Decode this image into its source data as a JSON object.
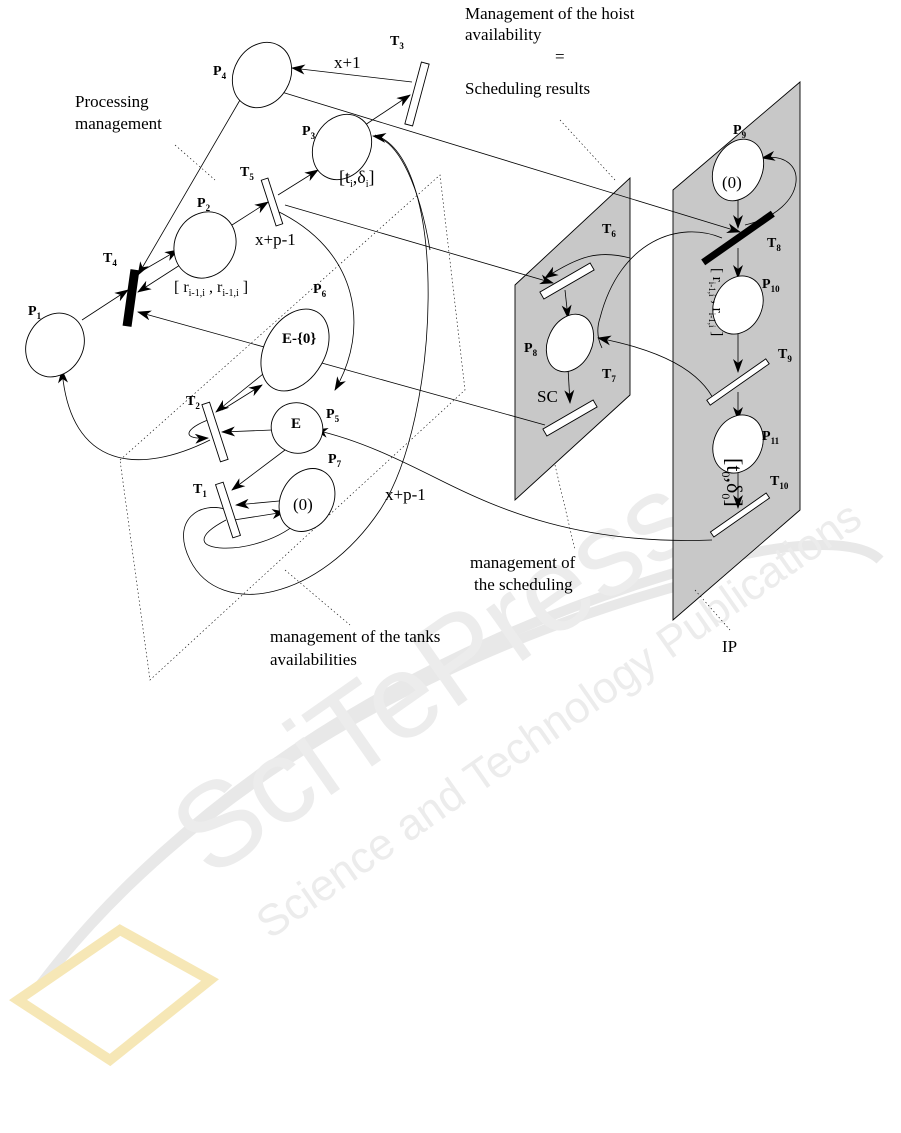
{
  "watermark": {
    "brand": "SciTePress",
    "tagline": "Science and Technology Publications"
  },
  "annotations": {
    "processing": [
      "Processing",
      "management"
    ],
    "hoist": [
      "Management of the hoist",
      "availability",
      "=",
      "Scheduling results"
    ],
    "tanks": [
      "management of the tanks",
      "availabilities"
    ],
    "scheduling": [
      "management of",
      "the scheduling"
    ],
    "ip": "IP"
  },
  "places": {
    "P1": {
      "letter": "P",
      "sub": "1"
    },
    "P2": {
      "letter": "P",
      "sub": "2"
    },
    "P3": {
      "letter": "P",
      "sub": "3"
    },
    "P4": {
      "letter": "P",
      "sub": "4"
    },
    "P5": {
      "letter": "P",
      "sub": "5"
    },
    "P6": {
      "letter": "P",
      "sub": "6"
    },
    "P7": {
      "letter": "P",
      "sub": "7"
    },
    "P8": {
      "letter": "P",
      "sub": "8"
    },
    "P9": {
      "letter": "P",
      "sub": "9"
    },
    "P10": {
      "letter": "P",
      "sub": "10"
    },
    "P11": {
      "letter": "P",
      "sub": "11"
    }
  },
  "transitions": {
    "T1": {
      "letter": "T",
      "sub": "1"
    },
    "T2": {
      "letter": "T",
      "sub": "2"
    },
    "T3": {
      "letter": "T",
      "sub": "3"
    },
    "T4": {
      "letter": "T",
      "sub": "4"
    },
    "T5": {
      "letter": "T",
      "sub": "5"
    },
    "T6": {
      "letter": "T",
      "sub": "6"
    },
    "T7": {
      "letter": "T",
      "sub": "7"
    },
    "T8": {
      "letter": "T",
      "sub": "8"
    },
    "T9": {
      "letter": "T",
      "sub": "9"
    },
    "T10": {
      "letter": "T",
      "sub": "10"
    }
  },
  "tokens": {
    "p9": "(0)",
    "p7": "(0)",
    "p6": "E-{0}",
    "p5": "E",
    "sc": "SC"
  },
  "arc_labels": {
    "x_plus_1": "x+1",
    "x_plus_p_minus_1_top": "x+p-1",
    "x_plus_p_minus_1_bottom": "x+p-1"
  },
  "intervals": {
    "p3": {
      "open": "[t",
      "s1": "i",
      "mid": ",δ",
      "s2": "i",
      "close": "]"
    },
    "p2": {
      "open": "[ r",
      "s1": "i-1,i",
      "mid": " ,  r",
      "s2": "i-1,i",
      "close": " ]"
    },
    "p10": {
      "open": "[ r",
      "s1": "i-1,i",
      "mid": " ,  r",
      "s2": "i-1,i",
      "close": " ]"
    },
    "p11": {
      "open": "[t",
      "s1": "0",
      "mid": ",δ",
      "s2": "0",
      "close": "]"
    }
  }
}
